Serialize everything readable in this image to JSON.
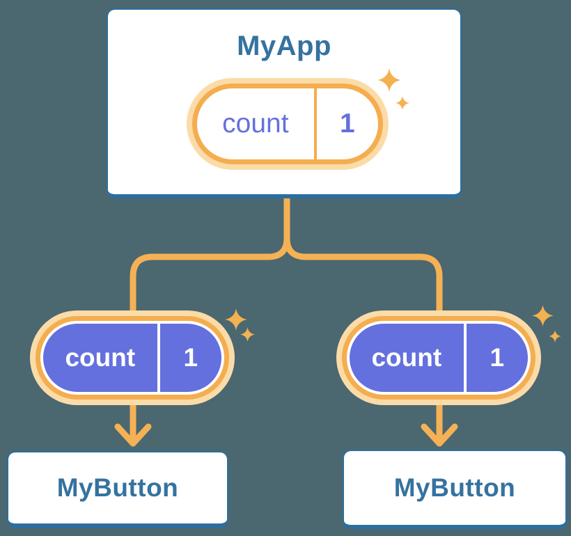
{
  "tree": {
    "root": {
      "label": "MyApp",
      "state": {
        "name": "count",
        "value": "1"
      }
    },
    "children": [
      {
        "label": "MyButton",
        "prop": {
          "name": "count",
          "value": "1"
        }
      },
      {
        "label": "MyButton",
        "prop": {
          "name": "count",
          "value": "1"
        }
      }
    ]
  },
  "icons": {
    "sparkle": "sparkle-icon",
    "arrow": "arrow-down"
  },
  "colors": {
    "background": "#4B6770",
    "card_background": "#FFFFFF",
    "card_border": "#2B6FA0",
    "heading_text": "#35729F",
    "connector_orange": "#F5B155",
    "pill_ring": "#F4AD4F",
    "pill_halo": "#FBDCA8",
    "pill_purple": "#6470DE",
    "pill_text_on_purple": "#FFFFFF",
    "sparkle": "#F3B14F"
  }
}
